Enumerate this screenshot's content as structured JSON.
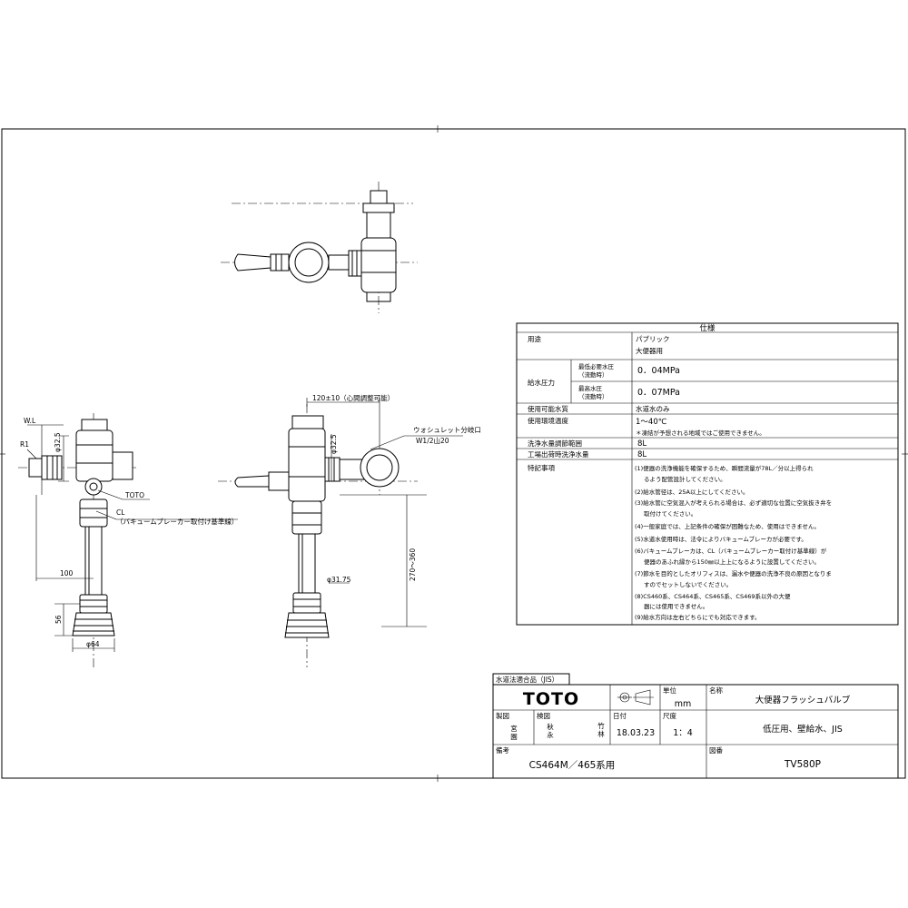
{
  "spec": {
    "header": "仕様",
    "usage_label": "用途",
    "usage_values": [
      "パブリック",
      "大便器用"
    ],
    "pressure_label": "給水圧力",
    "min_pressure_label": [
      "最低必要水圧",
      "（流動時）"
    ],
    "min_pressure_value": "0．04MPa",
    "max_pressure_label": [
      "最高水圧",
      "（流動時）"
    ],
    "max_pressure_value": "0．07MPa",
    "water_label": "使用可能水質",
    "water_value": "水道水のみ",
    "temp_label": "使用環境温度",
    "temp_value": "1～40℃",
    "temp_note": "＊凍結が予想される地域ではご使用できません。",
    "flush_range_label": "洗浄水量調節範囲",
    "flush_range_value": "8L",
    "factory_label": "工場出荷時洗浄水量",
    "factory_value": "8L",
    "notes_label": "特記事項",
    "notes": [
      "(1)便器の洗浄機能を確保するため、瞬間流量が78L／分以上得られ",
      "るよう配管設計してください。",
      "(2)給水管径は、25A以上にしてください。",
      "(3)給水管に空気混入が考えられる場合は、必ず適切な位置に空気抜き弁を",
      "取付けてください。",
      "(4)一般家庭では、上記条件の確保が困難なため、使用はできません。",
      "(5)水道水使用時は、法令によりバキュームブレーカが必要です。",
      "(6)バキュームブレーカは、CL（バキュームブレーカー取付け基準線）が",
      "便器のあふれ縁から150㎜以上上になるように設置してください。",
      "(7)節水を目的としたオリフィスは、漏水や便器の洗浄不良の原因となりま",
      "すのでセットしないでください。",
      "(8)CS460系、CS464系、CS465系、CS469系以外の大便",
      "器には使用できません。",
      "(9)給水方向は左右どちらにでも対応できます。"
    ]
  },
  "dims": {
    "wl": "W.L",
    "r1": "R1",
    "phi325_front": "φ32.5",
    "toto_mark": "TOTO",
    "cl_label": "CL",
    "cl_note": "（バキュームブレーカー取付け基準線）",
    "d100": "100",
    "d56": "56",
    "phi64": "φ64",
    "d120": "120±10（心間調整可能）",
    "phi325_side": "φ32.5",
    "washlet_label": "ウォシュレット分岐口",
    "washlet_thread": "W1/2山20",
    "d270": "270～360",
    "phi3175": "φ31.75"
  },
  "title_block": {
    "jis_label": "水道法適合品（JIS）",
    "brand": "TOTO",
    "unit_label": "単位",
    "unit_value": "mm",
    "name_label": "名称",
    "name_value": "大便器フラッシュバルブ",
    "made_label": "製図",
    "checked_label": "検図",
    "made_stamp": [
      "宮",
      "園"
    ],
    "checked_stamp": [
      "秋",
      "永"
    ],
    "checked_sign": [
      "竹",
      "林"
    ],
    "date_label": "日付",
    "date_value": "18.03.23",
    "scale_label": "尺度",
    "scale_value": "1：4",
    "spec_value": "低圧用、壁給水、JIS",
    "remarks_label": "備考",
    "remarks_value": "CS464M／465系用",
    "drawing_no_label": "図番",
    "drawing_no_value": "TV580P"
  }
}
